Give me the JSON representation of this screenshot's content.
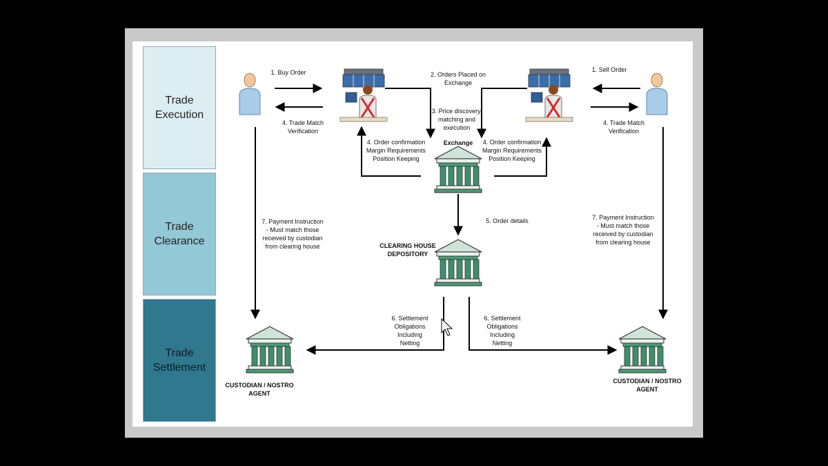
{
  "bands": {
    "execution": "Trade\nExecution",
    "clearance": "Trade\nClearance",
    "settlement": "Trade\nSettlement"
  },
  "labels": {
    "buy_order": "1. Buy Order",
    "sell_order": "1. Sell Order",
    "orders_placed": "2. Orders Placed on\nExchange",
    "price_discovery": "3. Price discovery,\nmatching and\nexecution",
    "trade_match_left": "4. Trade Match\nVerification",
    "trade_match_right": "4. Trade Match\nVerification",
    "order_confirm_left": "4. Order confirmation\nMargin Requirements\nPosition Keeping",
    "order_confirm_right": "4. Order confirmation\nMargin Requirements\nPosition Keeping",
    "exchange": "Exchange",
    "order_details": "5. Order details",
    "clearing_house": "CLEARING HOUSE\nDEPOSITORY",
    "payment_left": "7. Payment Instruction\n- Must match those\nreceived by custodian\nfrom clearing house",
    "payment_right": "7. Payment Instruction\n- Must match those\nreceived by custodian\nfrom clearing house",
    "settlement_left": "6. Settlement\nObligations\nIncluding\nNetting",
    "settlement_right": "6. Settlement\nObligations\nIncluding\nNetting",
    "custodian_left": "CUSTODIAN / NOSTRO\nAGENT",
    "custodian_right": "CUSTODIAN / NOSTRO\nAGENT"
  },
  "colors": {
    "band_light": "#ddeef3",
    "band_mid": "#93c8d6",
    "band_dark": "#30788e",
    "building": "#4c9a78",
    "person": "#a9cde8",
    "arrow": "#000000"
  }
}
